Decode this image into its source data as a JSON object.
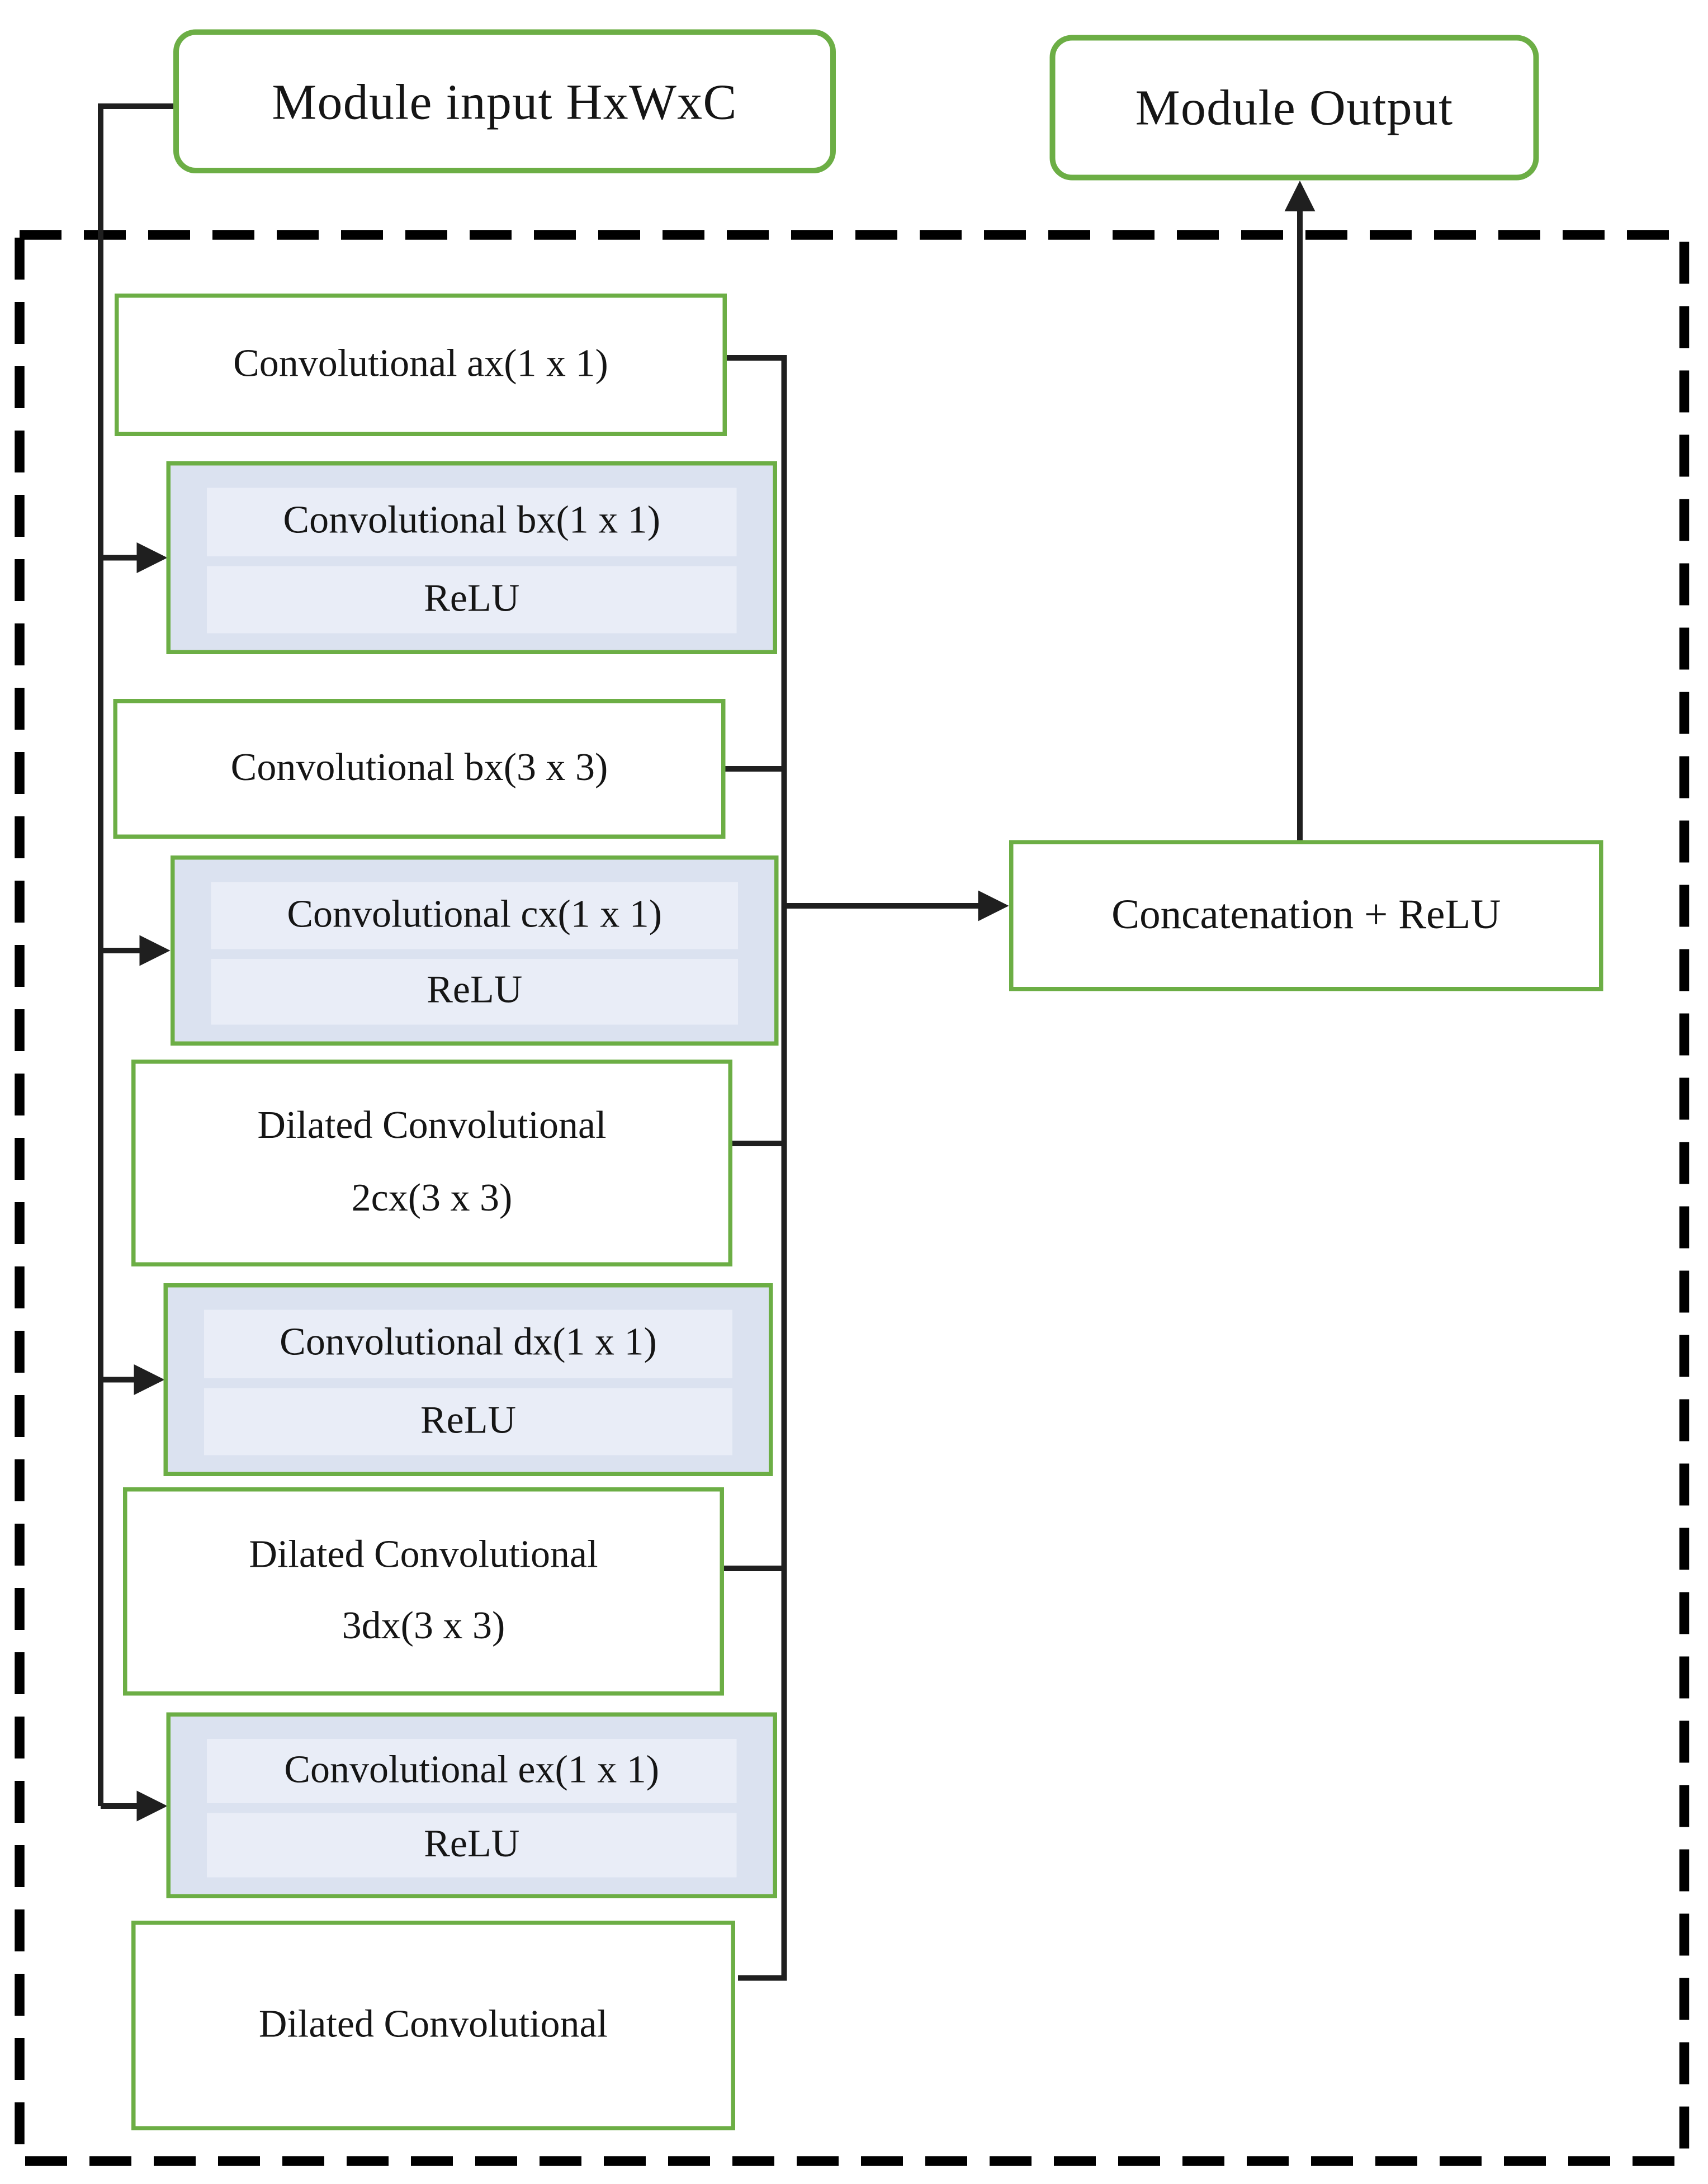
{
  "diagram": {
    "title_hint": "dilated convolution module diagram",
    "input_label": "Module input HxWxC",
    "output_label": "Module Output",
    "concat_label": "Concatenation + ReLU",
    "colors": {
      "box_border_green": "#6cae45",
      "relu_box_fill": "#dbe2f0",
      "relu_band_fill": "#e9edf7",
      "wire_black": "#1f1f1f",
      "dashed_border": "#000000"
    },
    "stack": [
      {
        "id": "conv-ax",
        "type": "white",
        "lines": [
          "Convolutional ax(1 x 1)"
        ]
      },
      {
        "id": "conv-bx-relu",
        "type": "blue",
        "lines": [
          "Convolutional bx(1 x 1)",
          "ReLU"
        ]
      },
      {
        "id": "conv-bx3",
        "type": "white",
        "lines": [
          "Convolutional bx(3 x 3)"
        ]
      },
      {
        "id": "conv-cx-relu",
        "type": "blue",
        "lines": [
          "Convolutional cx(1 x 1)",
          "ReLU"
        ]
      },
      {
        "id": "dilated-2cx",
        "type": "white",
        "lines": [
          "Dilated Convolutional",
          "2cx(3 x 3)"
        ]
      },
      {
        "id": "conv-dx-relu",
        "type": "blue",
        "lines": [
          "Convolutional dx(1 x 1)",
          "ReLU"
        ]
      },
      {
        "id": "dilated-3dx",
        "type": "white",
        "lines": [
          "Dilated Convolutional",
          "3dx(3 x 3)"
        ]
      },
      {
        "id": "conv-ex-relu",
        "type": "blue",
        "lines": [
          "Convolutional ex(1 x 1)",
          "ReLU"
        ]
      },
      {
        "id": "dilated-last",
        "type": "white",
        "lines": [
          "Dilated Convolutional"
        ]
      }
    ]
  }
}
